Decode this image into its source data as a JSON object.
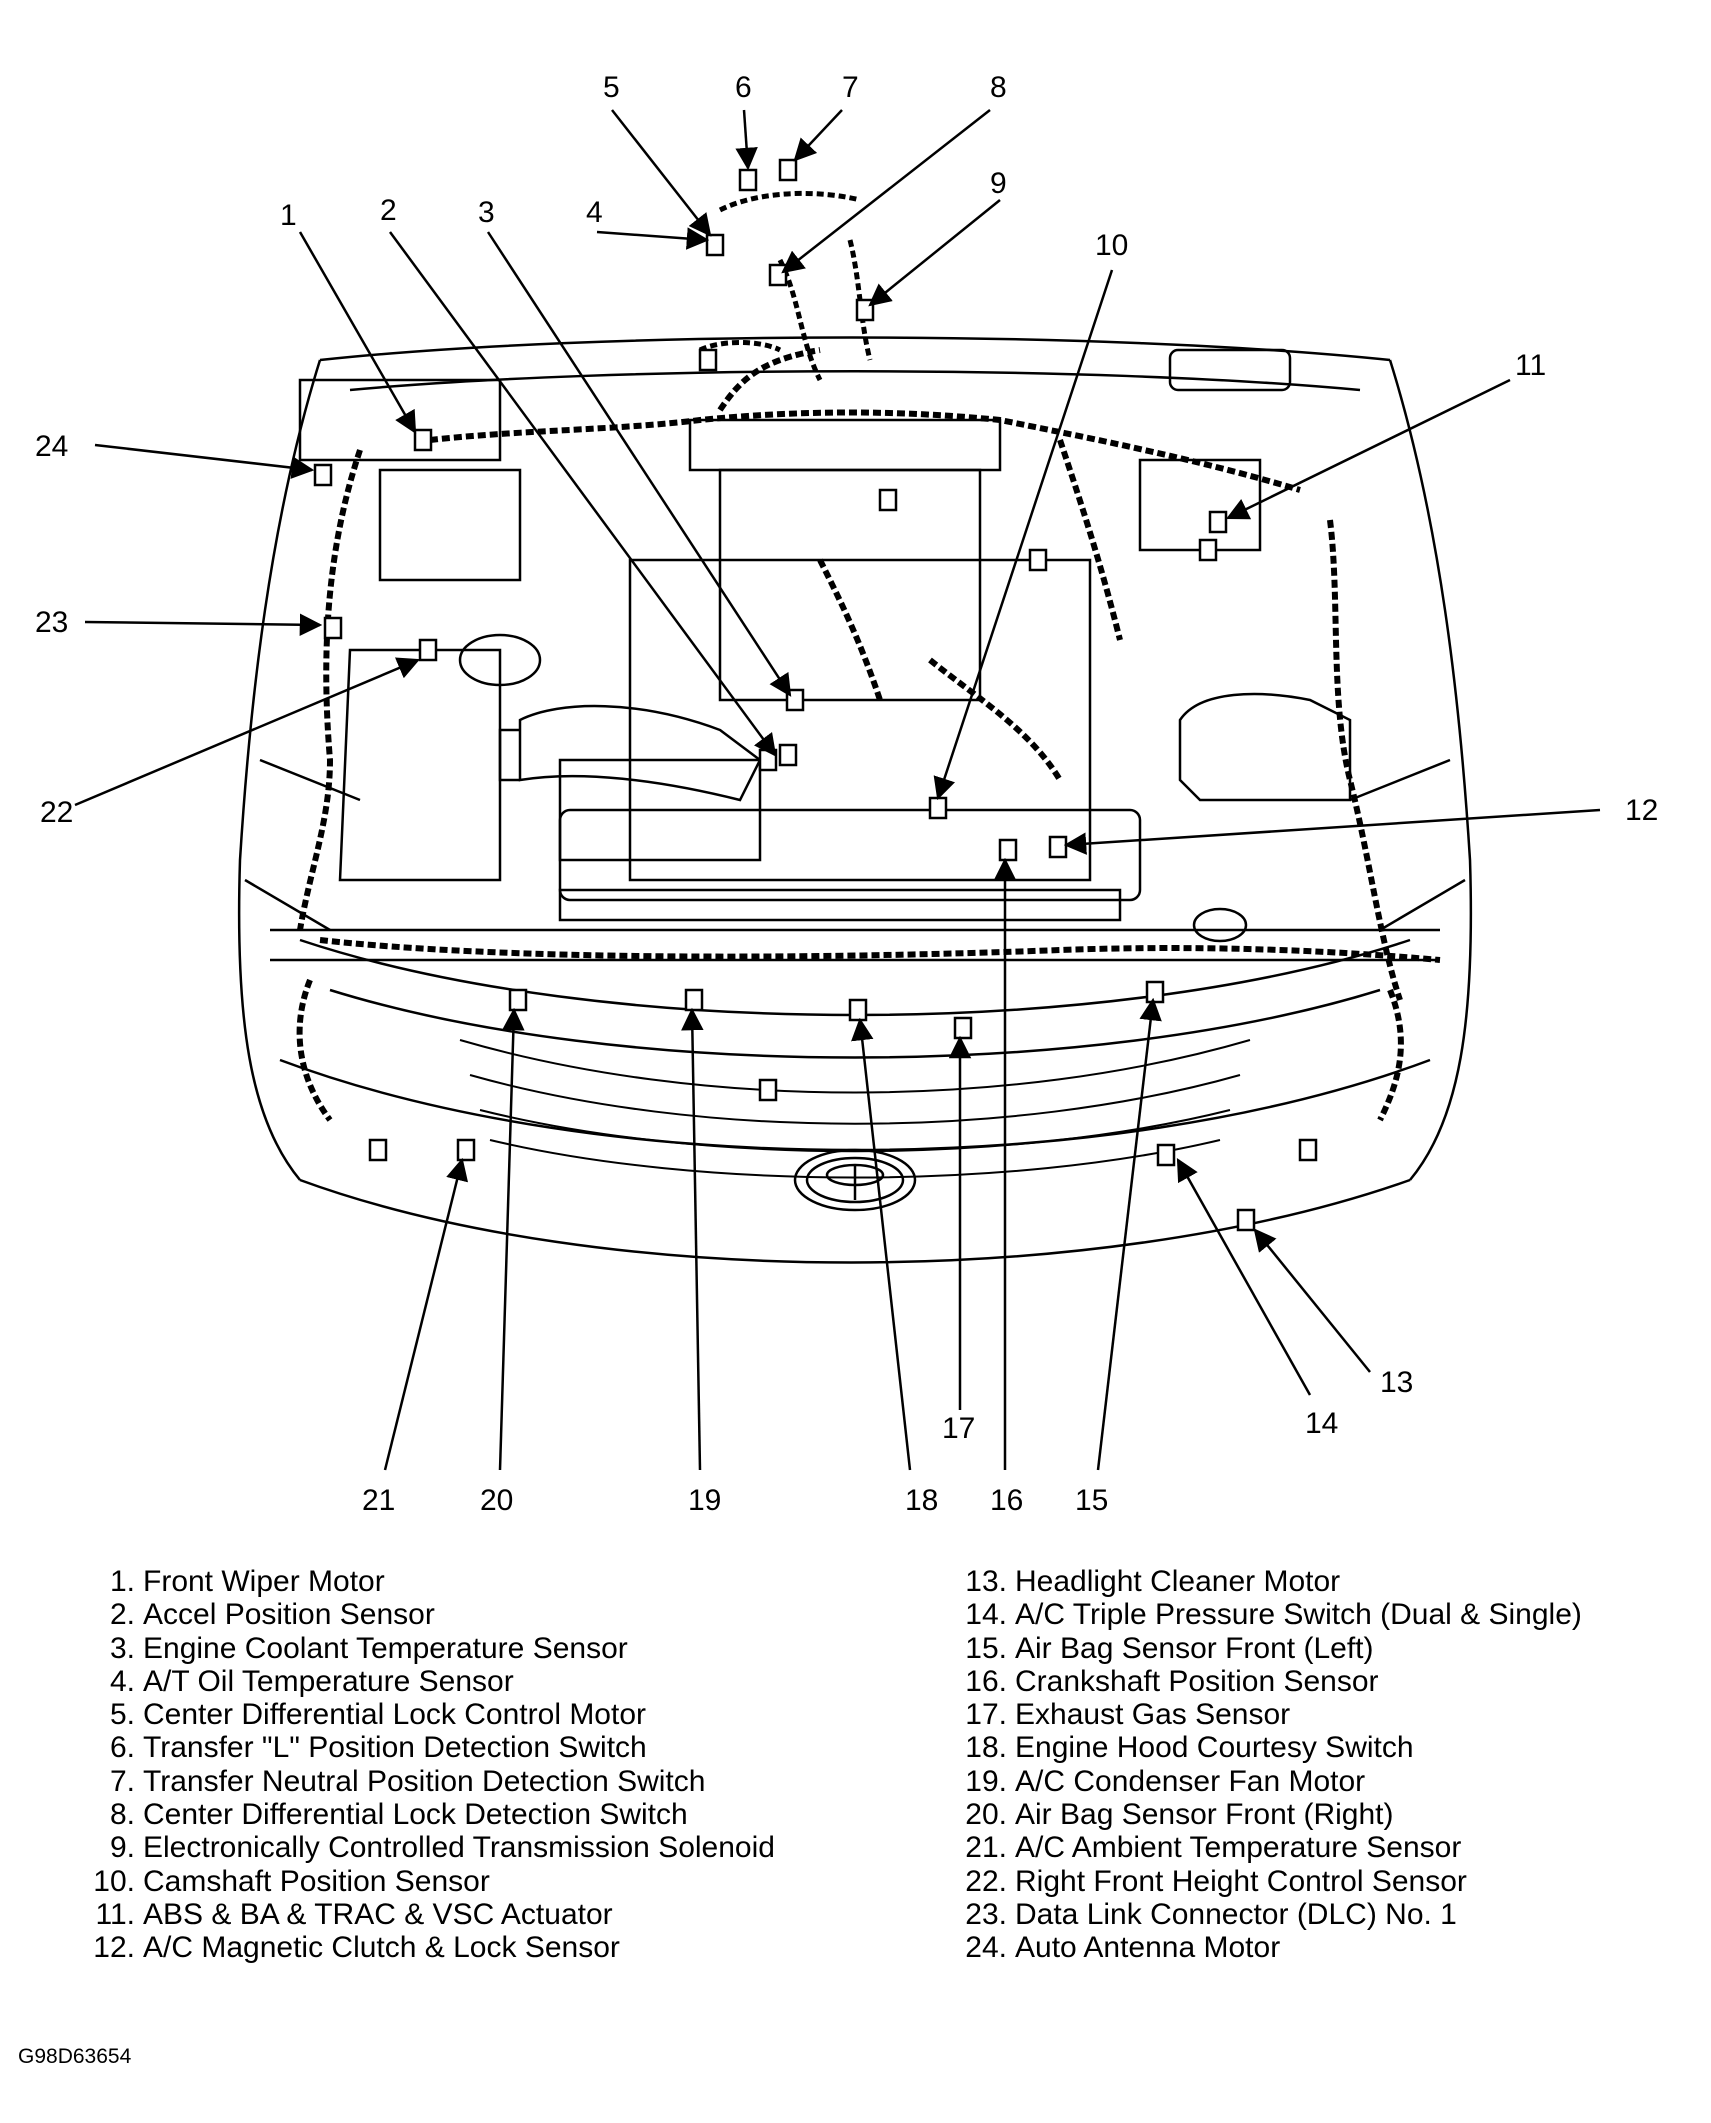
{
  "callouts": [
    "1",
    "2",
    "3",
    "4",
    "5",
    "6",
    "7",
    "8",
    "9",
    "10",
    "11",
    "12",
    "13",
    "14",
    "15",
    "16",
    "17",
    "18",
    "19",
    "20",
    "21",
    "22",
    "23",
    "24"
  ],
  "legend": [
    {
      "num": "1.",
      "label": "Front Wiper Motor"
    },
    {
      "num": "2.",
      "label": "Accel Position Sensor"
    },
    {
      "num": "3.",
      "label": "Engine Coolant Temperature Sensor"
    },
    {
      "num": "4.",
      "label": "A/T Oil Temperature Sensor"
    },
    {
      "num": "5.",
      "label": "Center Differential Lock Control Motor"
    },
    {
      "num": "6.",
      "label": "Transfer \"L\" Position Detection Switch"
    },
    {
      "num": "7.",
      "label": "Transfer Neutral Position Detection Switch"
    },
    {
      "num": "8.",
      "label": "Center Differential Lock Detection Switch"
    },
    {
      "num": "9.",
      "label": "Electronically Controlled Transmission Solenoid"
    },
    {
      "num": "10.",
      "label": "Camshaft Position Sensor"
    },
    {
      "num": "11.",
      "label": "ABS & BA & TRAC & VSC Actuator"
    },
    {
      "num": "12.",
      "label": "A/C Magnetic Clutch & Lock Sensor"
    },
    {
      "num": "13.",
      "label": "Headlight Cleaner Motor"
    },
    {
      "num": "14.",
      "label": "A/C Triple Pressure Switch (Dual & Single)"
    },
    {
      "num": "15.",
      "label": "Air Bag Sensor Front (Left)"
    },
    {
      "num": "16.",
      "label": "Crankshaft Position Sensor"
    },
    {
      "num": "17.",
      "label": "Exhaust Gas Sensor"
    },
    {
      "num": "18.",
      "label": "Engine Hood Courtesy Switch"
    },
    {
      "num": "19.",
      "label": "A/C Condenser Fan Motor"
    },
    {
      "num": "20.",
      "label": "Air Bag Sensor Front (Right)"
    },
    {
      "num": "21.",
      "label": "A/C Ambient Temperature Sensor"
    },
    {
      "num": "22.",
      "label": "Right Front Height Control Sensor"
    },
    {
      "num": "23.",
      "label": "Data Link Connector (DLC) No. 1"
    },
    {
      "num": "24.",
      "label": "Auto Antenna Motor"
    }
  ],
  "figure_code": "G98D63654"
}
